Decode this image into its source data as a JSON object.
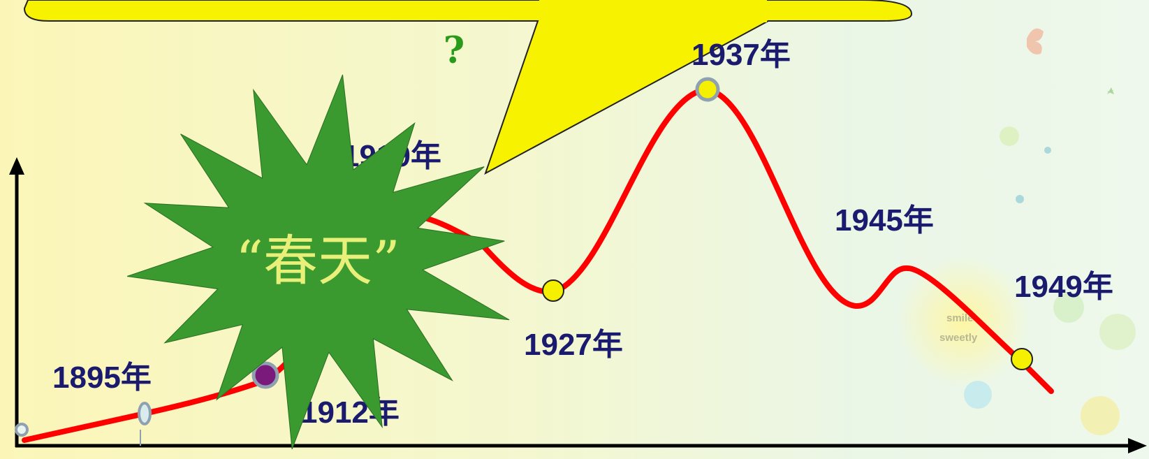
{
  "timeline": {
    "labels": {
      "y1895": "1895年",
      "y1912": "1912年",
      "y1919": "1919年",
      "y1927": "1927年",
      "y1937": "1937年",
      "y1945": "1945年",
      "y1949": "1949年"
    }
  },
  "callout": {
    "question_mark": "?"
  },
  "burst": {
    "text": "“春天”"
  },
  "decor": {
    "bg_text_1": "smile",
    "bg_text_2": "sweetly"
  },
  "colors": {
    "curve": "#ff0000",
    "label": "#1a1a6e",
    "burst_fill": "#3a9a2f",
    "burst_text": "#e8f07a",
    "callout_fill": "#f7f200",
    "question": "#2a9a1a",
    "dot_yellow": "#f5f000",
    "dot_purple": "#7a1a7a",
    "dot_ring": "#8fa0b0"
  }
}
